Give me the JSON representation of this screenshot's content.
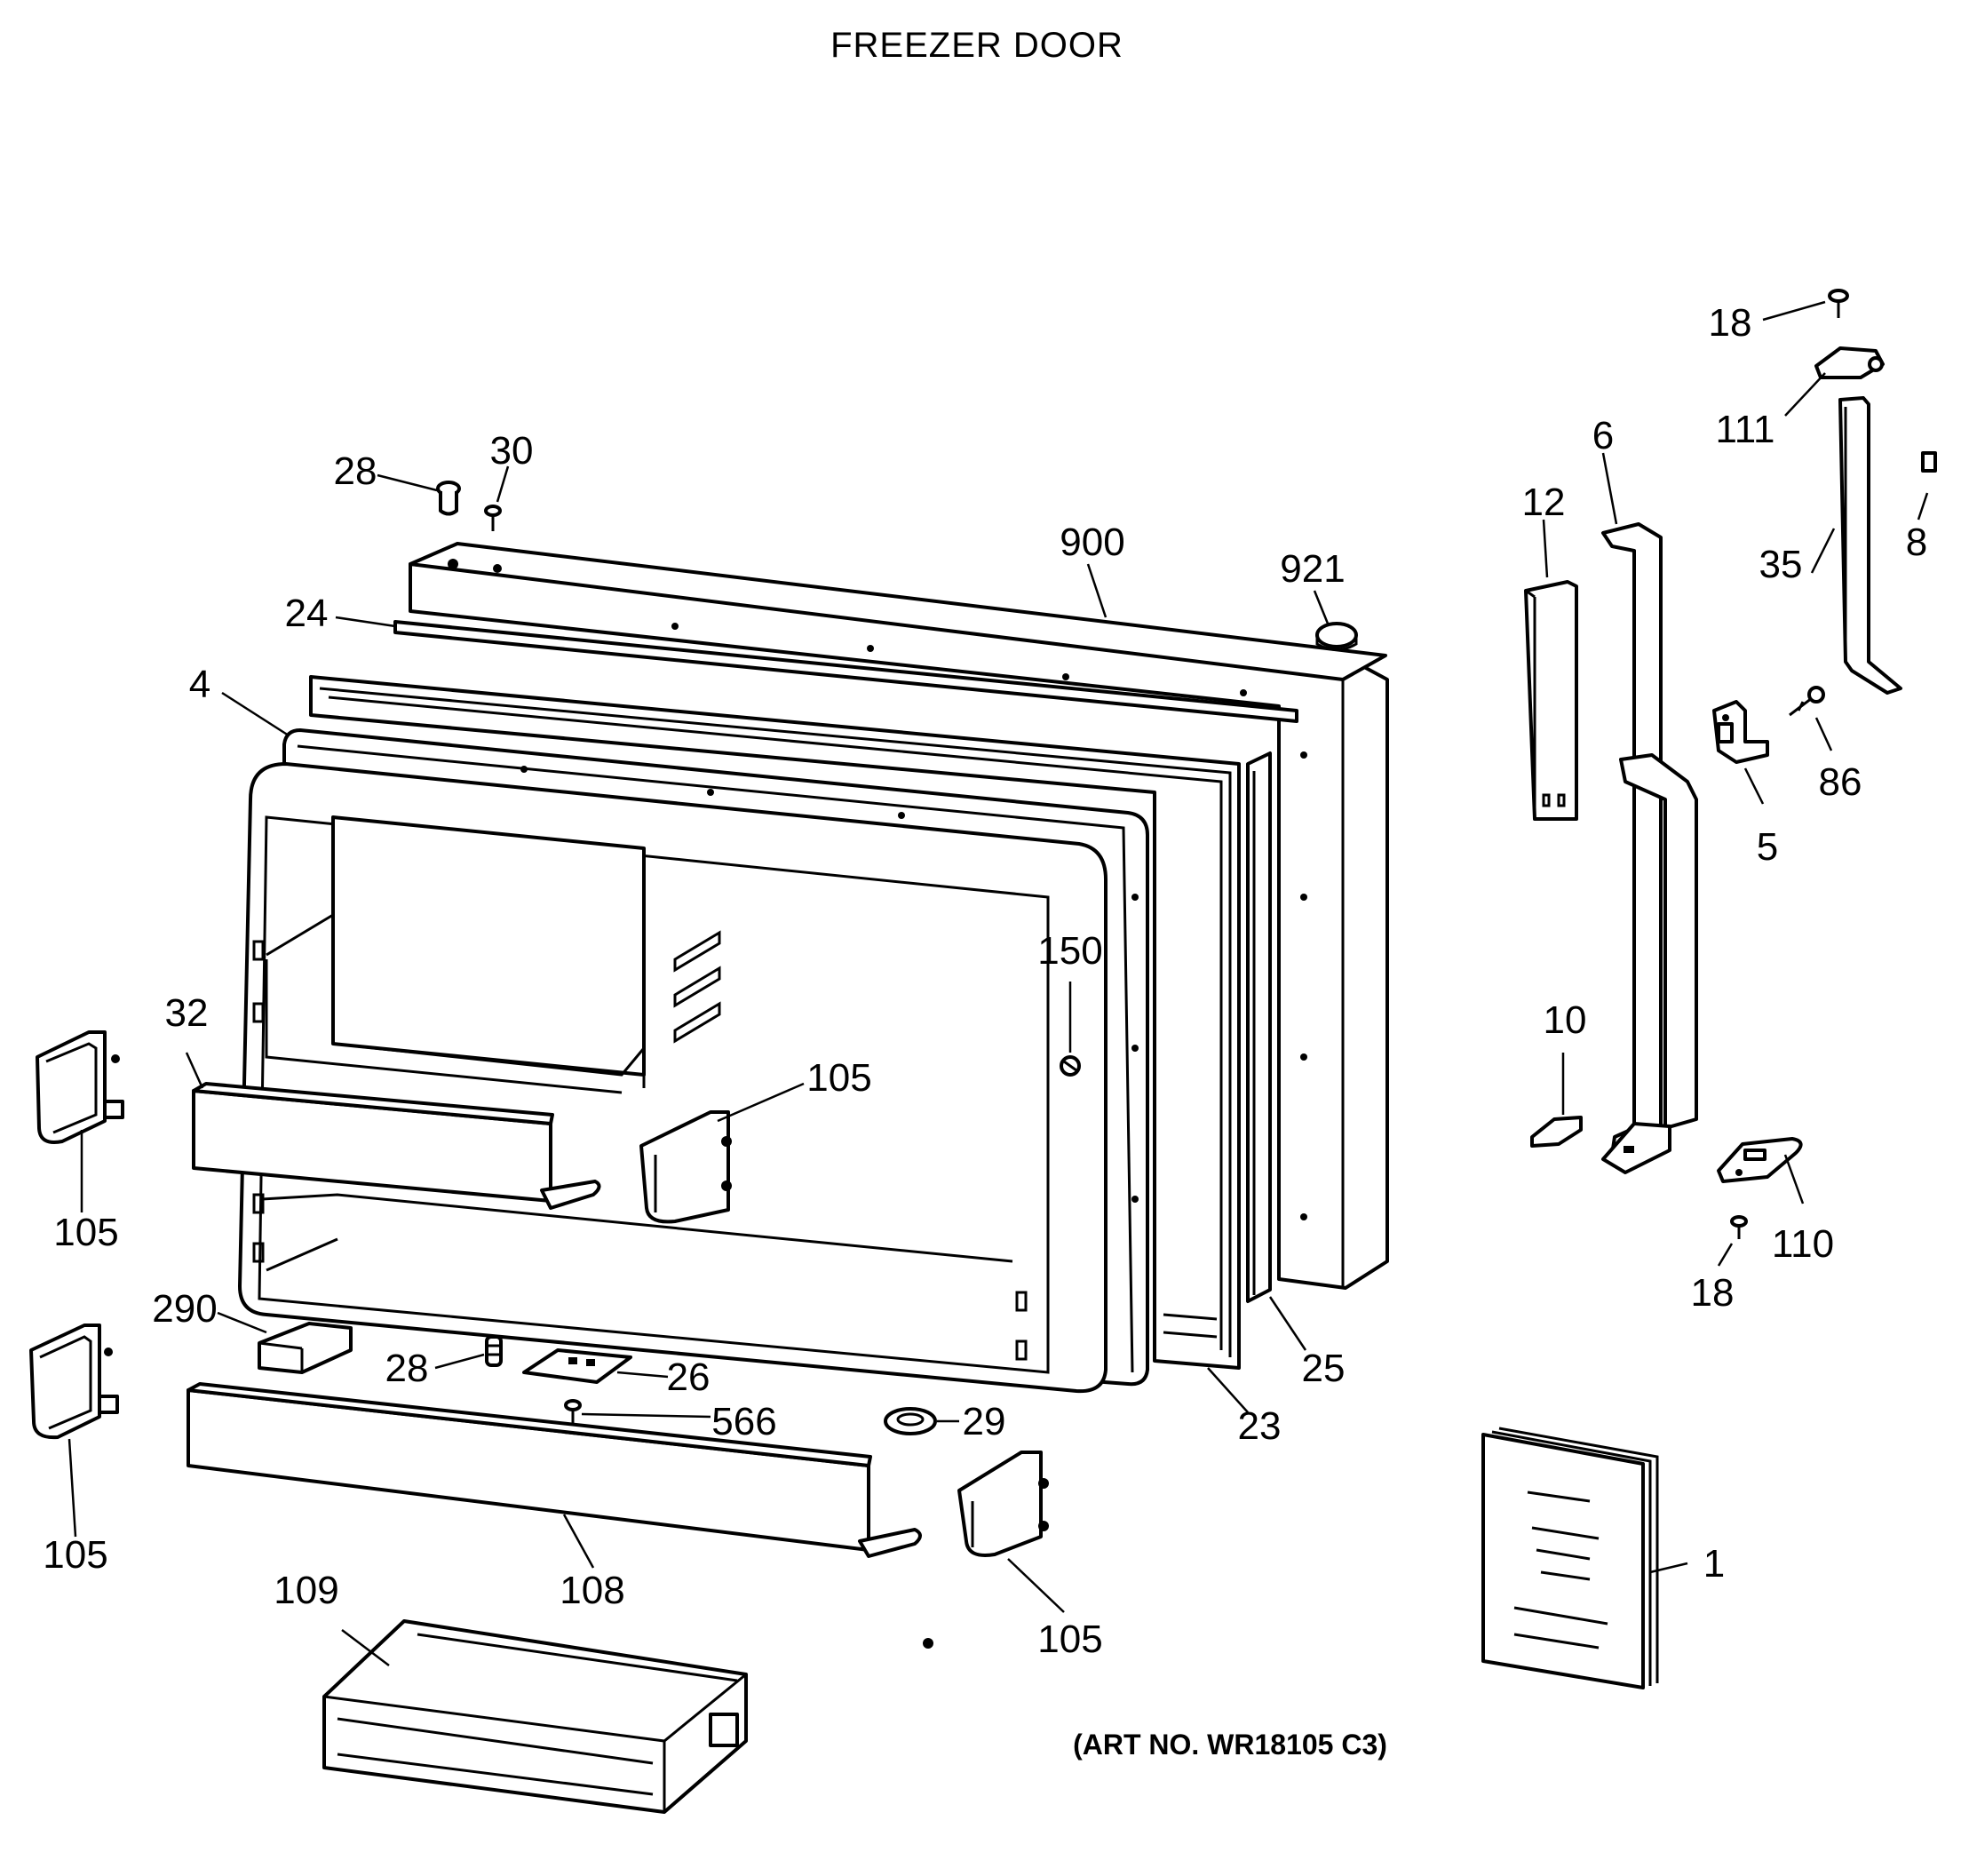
{
  "title": "FREEZER DOOR",
  "art_number": "(ART NO. WR18105 C3)",
  "parts": [
    {
      "id": "18",
      "name": "screw-top"
    },
    {
      "id": "111",
      "name": "hinge-cap"
    },
    {
      "id": "8",
      "name": "small-part"
    },
    {
      "id": "6",
      "name": "handle-mount"
    },
    {
      "id": "35",
      "name": "handle-trim"
    },
    {
      "id": "12",
      "name": "handle-bracket"
    },
    {
      "id": "86",
      "name": "screw"
    },
    {
      "id": "5",
      "name": "hinge"
    },
    {
      "id": "10",
      "name": "stop"
    },
    {
      "id": "110",
      "name": "hinge-bottom"
    },
    {
      "id": "18",
      "name": "screw-bottom"
    },
    {
      "id": "28",
      "name": "plug-top"
    },
    {
      "id": "30",
      "name": "screw-top-door"
    },
    {
      "id": "900",
      "name": "door-outer"
    },
    {
      "id": "921",
      "name": "plug"
    },
    {
      "id": "24",
      "name": "top-trim"
    },
    {
      "id": "4",
      "name": "gasket"
    },
    {
      "id": "150",
      "name": "screw-liner"
    },
    {
      "id": "32",
      "name": "shelf-bar-upper"
    },
    {
      "id": "105",
      "name": "shelf-bracket-center"
    },
    {
      "id": "105",
      "name": "shelf-bracket-left-upper"
    },
    {
      "id": "290",
      "name": "block"
    },
    {
      "id": "28",
      "name": "plug-bottom"
    },
    {
      "id": "26",
      "name": "plate"
    },
    {
      "id": "566",
      "name": "screw-plate"
    },
    {
      "id": "29",
      "name": "grommet"
    },
    {
      "id": "23",
      "name": "foam-liner"
    },
    {
      "id": "25",
      "name": "side-trim"
    },
    {
      "id": "105",
      "name": "shelf-bracket-left-lower"
    },
    {
      "id": "108",
      "name": "shelf-bar-lower"
    },
    {
      "id": "109",
      "name": "bin"
    },
    {
      "id": "105",
      "name": "shelf-bracket-bottom"
    },
    {
      "id": "1",
      "name": "manual"
    }
  ]
}
